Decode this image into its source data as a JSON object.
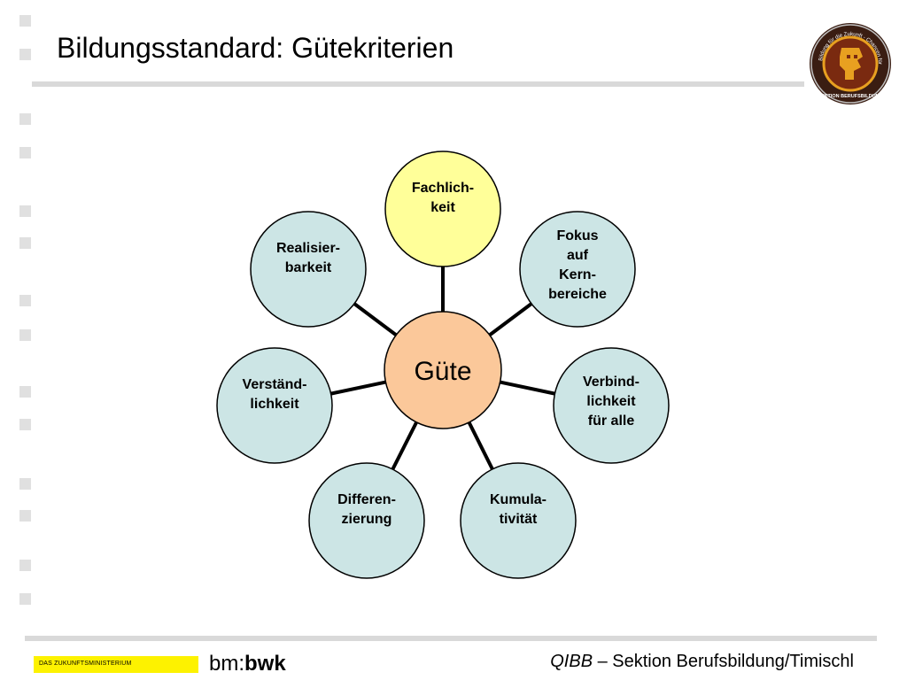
{
  "slide": {
    "title": "Bildungsstandard: Gütekriterien"
  },
  "logo": {
    "arc_text": "Bildung für die Zukunft - Chancen für das Leben",
    "bottom_text": "SEKTION BERUFSBILDUNG",
    "colors": {
      "ring": "#3a1d12",
      "accent": "#e8a020",
      "inner": "#7a2a10"
    }
  },
  "diagram": {
    "center": {
      "label": "Güte",
      "fill": "#fbc89a"
    },
    "nodes": [
      {
        "id": "fachlichkeit",
        "lines": [
          "Fachlich-",
          "keit"
        ],
        "fill": "#ffff99"
      },
      {
        "id": "fokus",
        "lines": [
          "Fokus",
          "auf",
          "Kern-",
          "bereiche"
        ],
        "fill": "#cce5e5"
      },
      {
        "id": "verbindlichkeit",
        "lines": [
          "Verbind-",
          "lichkeit",
          "für alle"
        ],
        "fill": "#cce5e5"
      },
      {
        "id": "kumulativitaet",
        "lines": [
          "Kumula-",
          "tivität"
        ],
        "fill": "#cce5e5"
      },
      {
        "id": "differenzierung",
        "lines": [
          "Differen-",
          "zierung"
        ],
        "fill": "#cce5e5"
      },
      {
        "id": "verstaendlichkeit",
        "lines": [
          "Verständ-",
          "lichkeit"
        ],
        "fill": "#cce5e5"
      },
      {
        "id": "realisierbarkeit",
        "lines": [
          "Realisier-",
          "barkeit"
        ],
        "fill": "#cce5e5"
      }
    ]
  },
  "footer": {
    "ministry_bar": "DAS ZUKUNFTSMINISTERIUM",
    "ministry_bar_color": "#fdf200",
    "bmbwk_prefix": "bm:",
    "bmbwk_bold": "bwk",
    "qibb": "QIBB",
    "credit": " – Sektion Berufsbildung/Timischl"
  }
}
